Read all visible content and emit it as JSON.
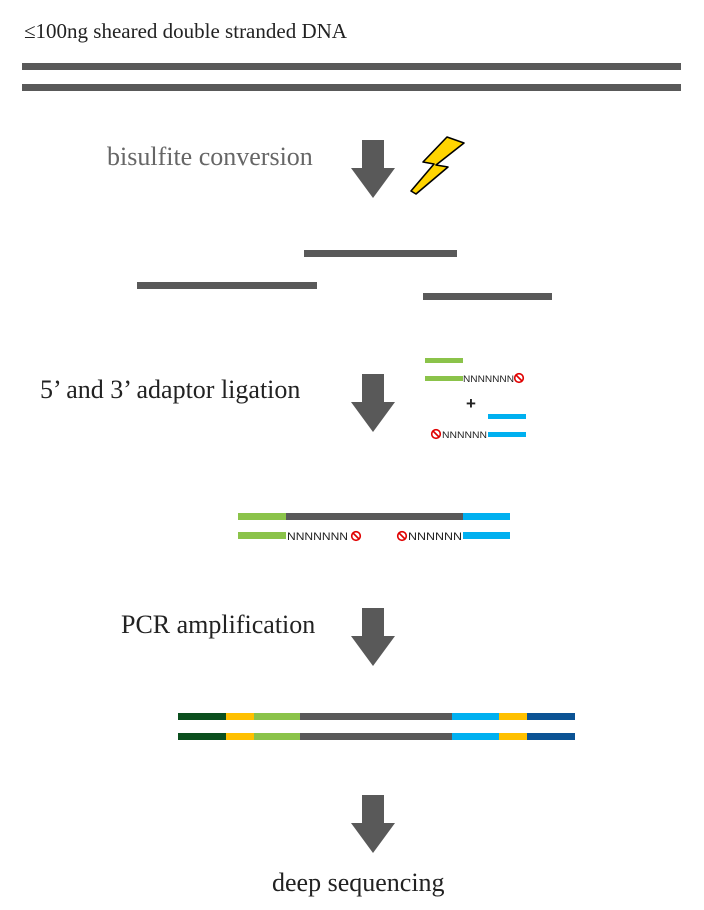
{
  "title": "≤100ng sheared double stranded DNA",
  "steps": {
    "bisulfite": "bisulfite conversion",
    "ligation": "5’ and 3’ adaptor ligation",
    "pcr": "PCR amplification",
    "sequencing": "deep sequencing"
  },
  "adaptor_legend": {
    "n_tail_5": "NNNNNNN",
    "plus": "+",
    "n_tail_3": "NNNNNN"
  },
  "ligated_product": {
    "n_left": "NNNNNNN",
    "n_right": "NNNNNN"
  },
  "colors": {
    "dna": "#595959",
    "arrow": "#595959",
    "adaptor_5": "#8BC34A",
    "adaptor_3": "#00B0F0",
    "index_yellow": "#FFC000",
    "primer_dark_green": "#0B4F1E",
    "primer_dark_blue": "#0B5394",
    "block_red": "#E00000",
    "lightning_fill": "#FFD400",
    "lightning_stroke": "#000000"
  },
  "icons": {
    "arrow": "down-arrow-icon",
    "lightning": "lightning-icon",
    "block": "prohibited-icon"
  }
}
